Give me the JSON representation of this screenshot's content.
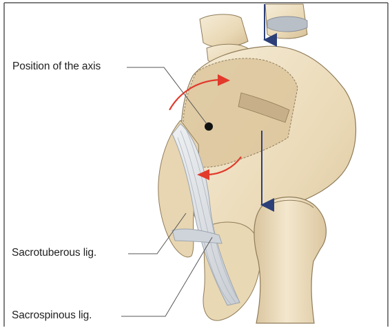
{
  "labels": {
    "axis": "Position of the axis",
    "sacrotuberous": "Sacrotuberous lig.",
    "sacrospinous": "Sacrospinous lig."
  },
  "colors": {
    "frame": "#555555",
    "bone_light": "#f1e5cc",
    "bone_mid": "#e6d3ad",
    "bone_shadow": "#cdb68a",
    "outline": "#8f7b58",
    "ligament": "#dde1e6",
    "ligament_line": "#9aa3ad",
    "force_arrow": "#2c3f78",
    "rotation_arrow": "#e23a2b",
    "axis_dot": "#111111",
    "leader_line": "#555555"
  }
}
